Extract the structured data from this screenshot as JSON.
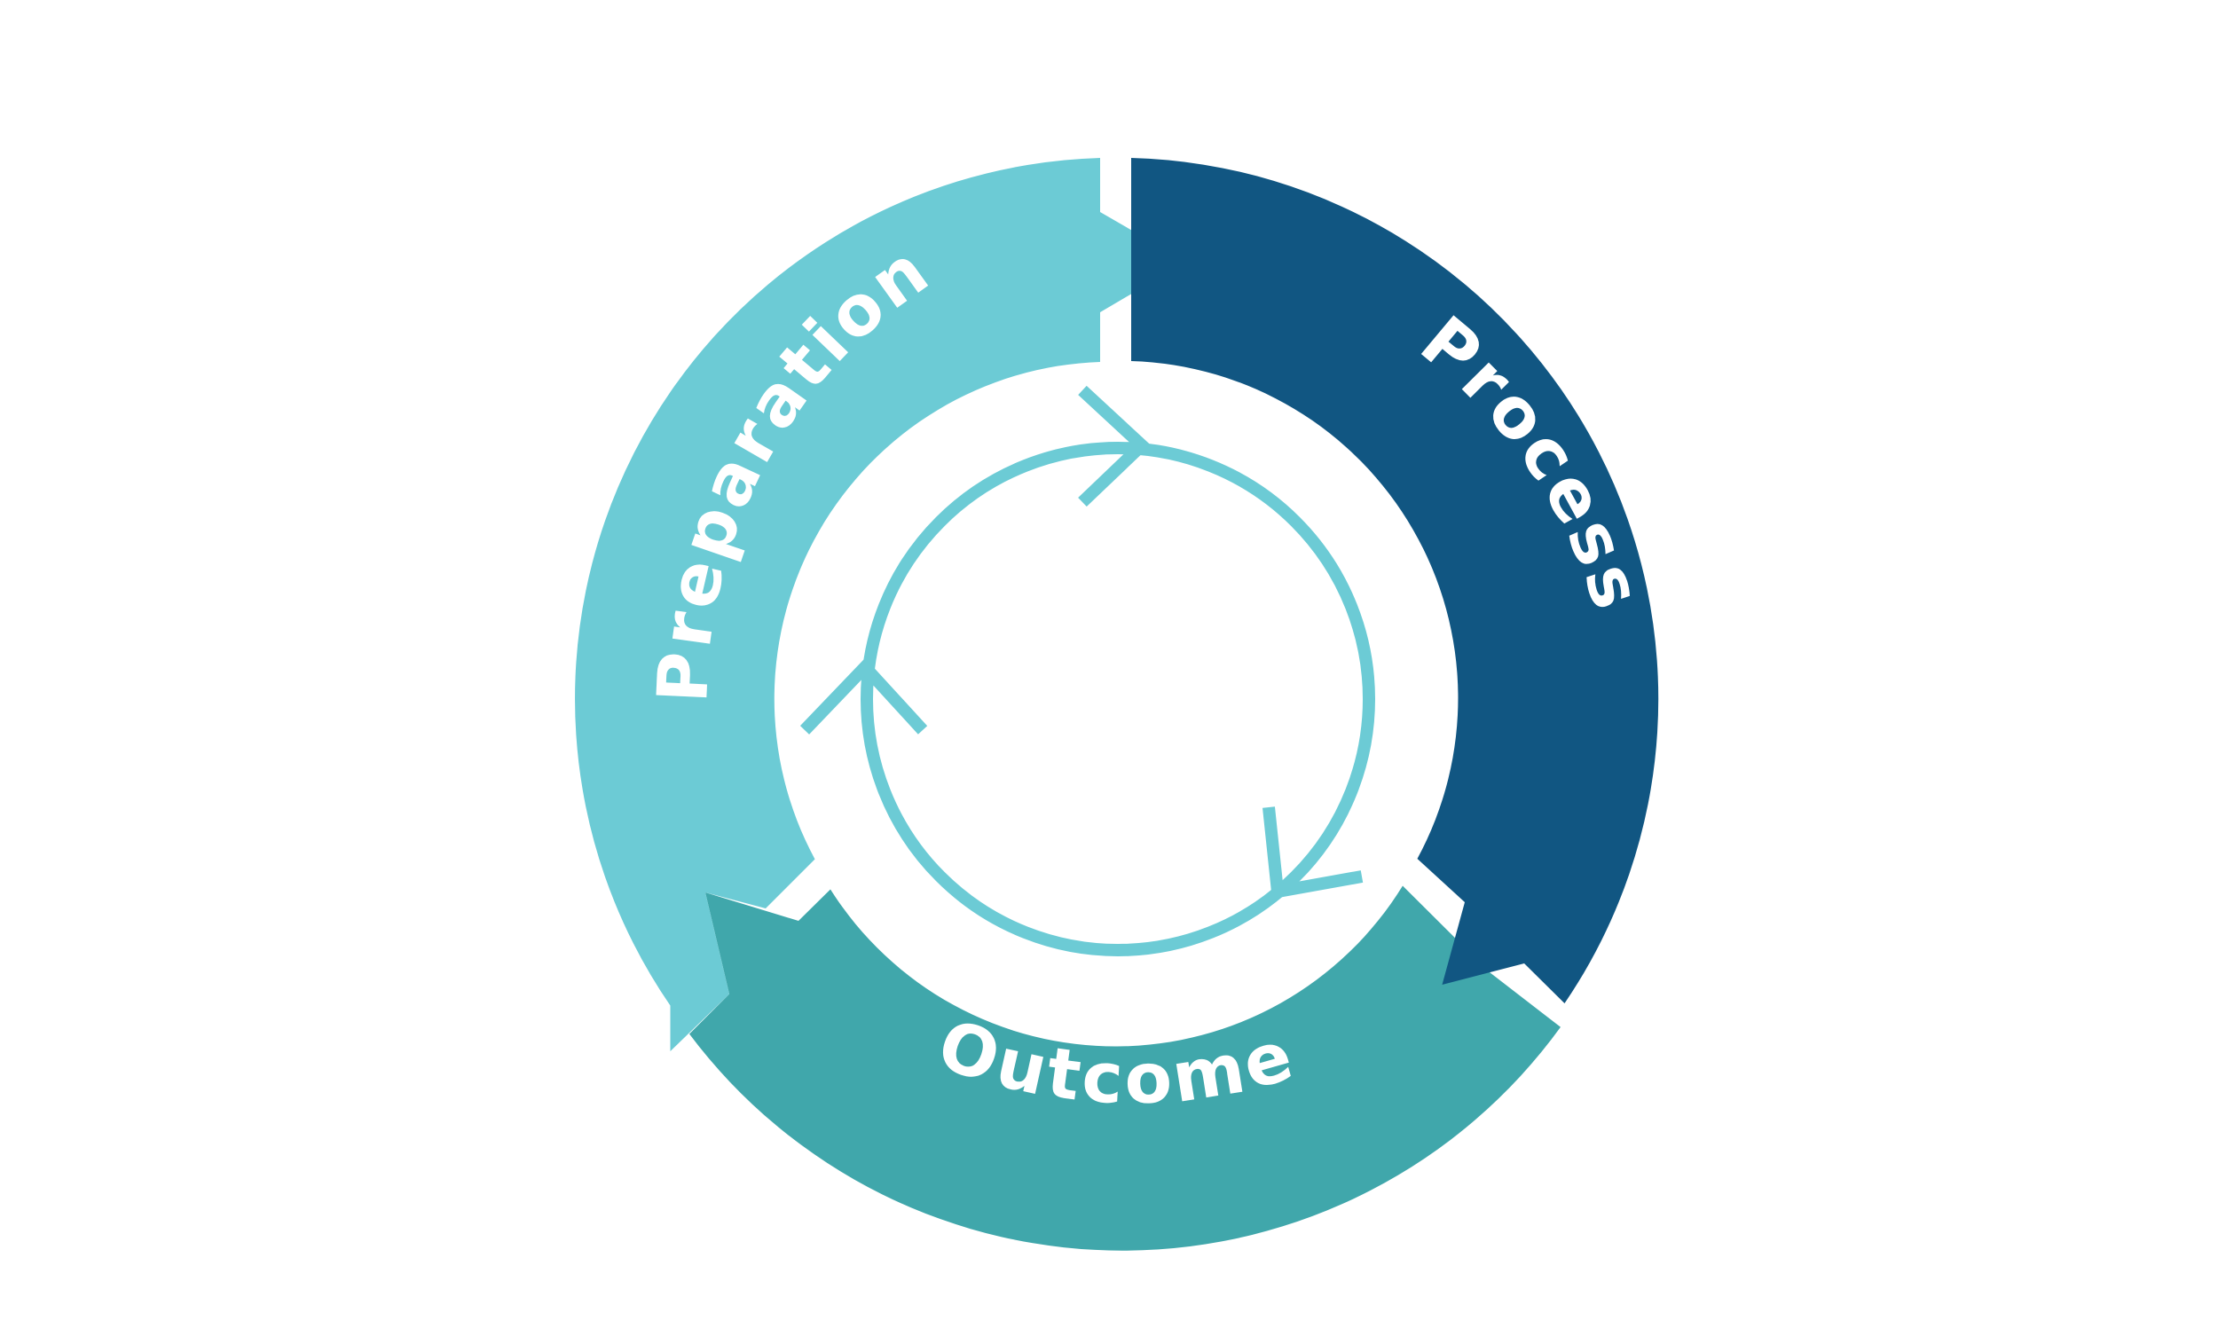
{
  "cycle": {
    "segments": [
      {
        "id": "preparation",
        "label": "Preparation",
        "color": "#6ccbd5"
      },
      {
        "id": "process",
        "label": "Process",
        "color": "#115682"
      },
      {
        "id": "outcome",
        "label": "Outcome",
        "color": "#40a7ab"
      }
    ],
    "inner_ring_color": "#6ccbd5",
    "background": "#ffffff"
  }
}
